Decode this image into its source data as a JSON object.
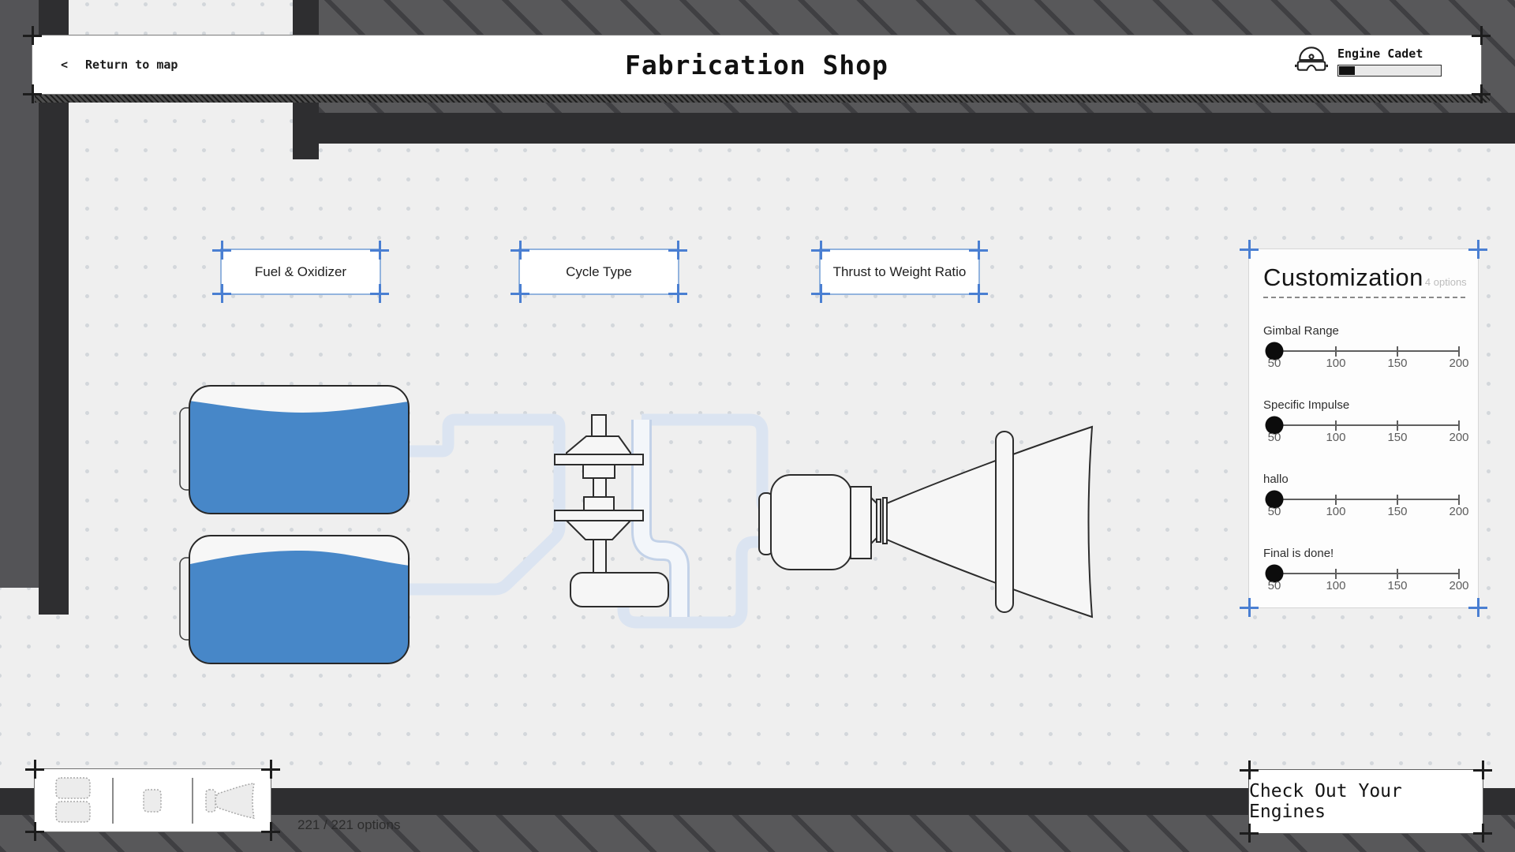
{
  "header": {
    "back_chevron": "<",
    "back_label": "Return to map",
    "title": "Fabrication Shop",
    "rank": {
      "icon": "welding-goggles-icon",
      "label": "Engine Cadet",
      "progress_percent": 16
    }
  },
  "stage_labels": [
    {
      "label": "Fuel & Oxidizer"
    },
    {
      "label": "Cycle Type"
    },
    {
      "label": "Thrust to Weight Ratio"
    }
  ],
  "customization": {
    "title": "Customization",
    "options_count_label": "4 options",
    "range": {
      "min": 50,
      "max": 200
    },
    "tick_labels": [
      "50",
      "100",
      "150",
      "200"
    ],
    "sliders": [
      {
        "label": "Gimbal Range",
        "value": 50
      },
      {
        "label": "Specific Impulse",
        "value": 50
      },
      {
        "label": "hallo",
        "value": 50
      },
      {
        "label": "Final is done!",
        "value": 50
      }
    ]
  },
  "toolbar": {
    "items": [
      "tanks-icon",
      "pump-icon",
      "nozzle-icon"
    ],
    "options_counter": "221 / 221 options"
  },
  "checkout_button": {
    "label": "Check Out Your Engines"
  },
  "colors": {
    "accent_blue": "#4a7fd2",
    "stage_box_border": "#93b4de",
    "tank_liquid": "#4787c8",
    "pipe": "#dbe4f1",
    "wall_dark": "#2e2e30",
    "wall_gray": "#545457",
    "floor": "#efefef"
  }
}
